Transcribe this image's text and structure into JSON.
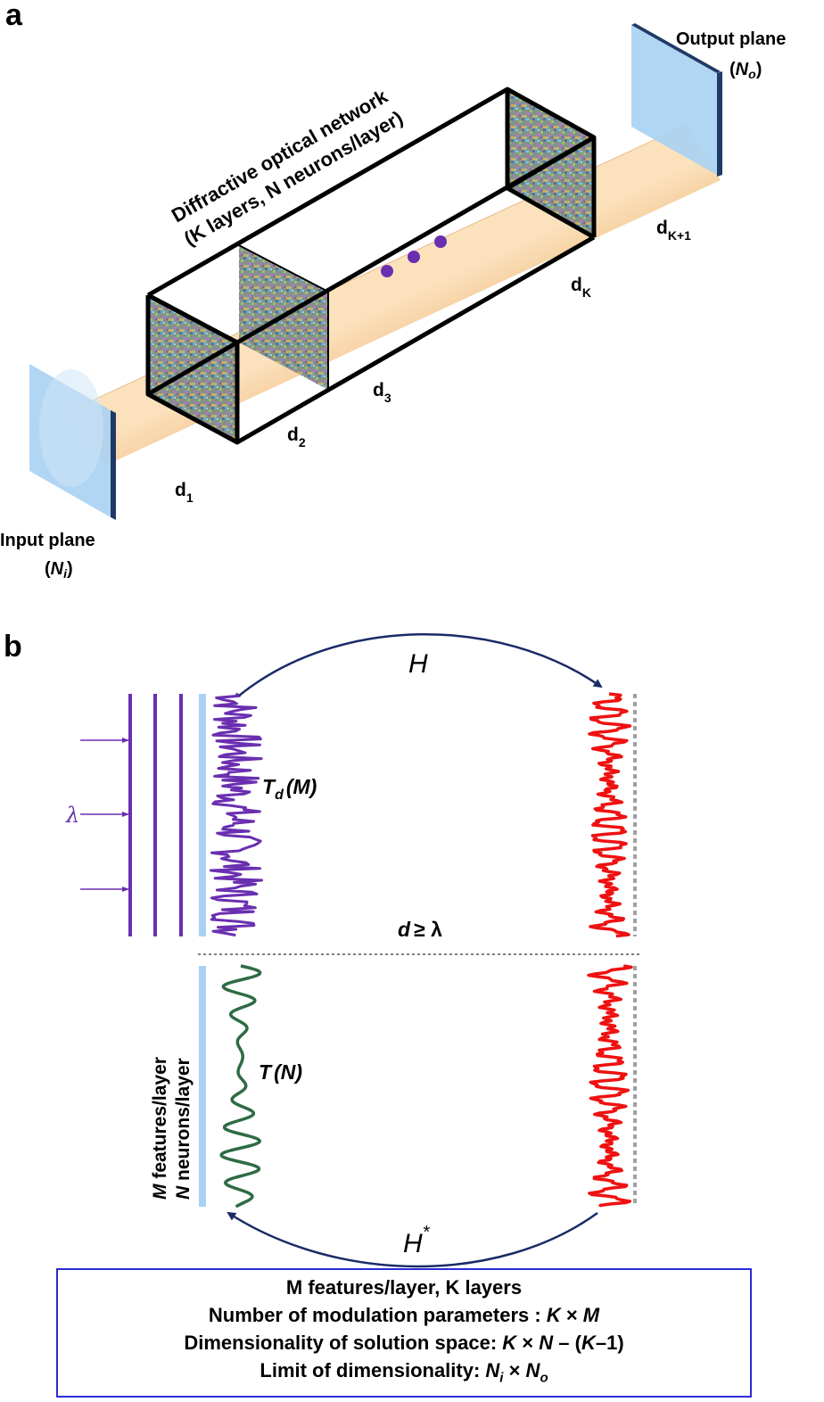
{
  "panel_a": {
    "label": "a",
    "network_title_line1": "Diffractive optical network",
    "network_title_line2": "(K layers, N neurons/layer)",
    "output_plane_label": "Output plane",
    "output_plane_symbol": "N",
    "output_plane_sub": "o",
    "input_plane_label": "Input plane",
    "input_plane_symbol": "N",
    "input_plane_sub": "i",
    "distances": [
      {
        "base": "d",
        "sub": "1"
      },
      {
        "base": "d",
        "sub": "2"
      },
      {
        "base": "d",
        "sub": "3"
      },
      {
        "base": "d",
        "sub": "K"
      },
      {
        "base": "d",
        "sub": "K+1"
      }
    ],
    "colors": {
      "beam": "#f2c48c",
      "frame": "#000000",
      "plane": "#a9d2f2",
      "plane_edge": "#1f3a66",
      "dots": "#6a2fb0"
    }
  },
  "panel_b": {
    "label": "b",
    "H": "H",
    "H_star": "H",
    "H_star_sup": "*",
    "lambda": "λ",
    "Td_T": "T",
    "Td_sub": "d",
    "Td_arg": "(M)",
    "T_T": "T",
    "T_arg": "(N)",
    "condition_d": "d",
    "condition_rest": "≥ λ",
    "vertical_line1_italic": "M",
    "vertical_line1_rest": " features/layer",
    "vertical_line2_italic": "N",
    "vertical_line2_rest": " neurons/layer",
    "colors": {
      "wavefront": "#6a2fb0",
      "substrate": "#a9d2f2",
      "green_curve": "#2e6b45",
      "red_curve": "#ee1111",
      "arrow": "#1a2a66",
      "detector": "#a0a0a0"
    }
  },
  "summary": {
    "line1": "M features/layer, K layers",
    "line2_text": "Number of modulation parameters : ",
    "line2_a": "K",
    "line2_x": " × ",
    "line2_b": "M",
    "line3_text": "Dimensionality of solution space: ",
    "line3_a": "K",
    "line3_x": " × ",
    "line3_b": "N",
    "line3_minus": " – (",
    "line3_c": "K",
    "line3_end": "–1)",
    "line4_text": "Limit of dimensionality: ",
    "line4_a": "N",
    "line4_a_sub": "i",
    "line4_x": " × ",
    "line4_b": "N",
    "line4_b_sub": "o"
  }
}
